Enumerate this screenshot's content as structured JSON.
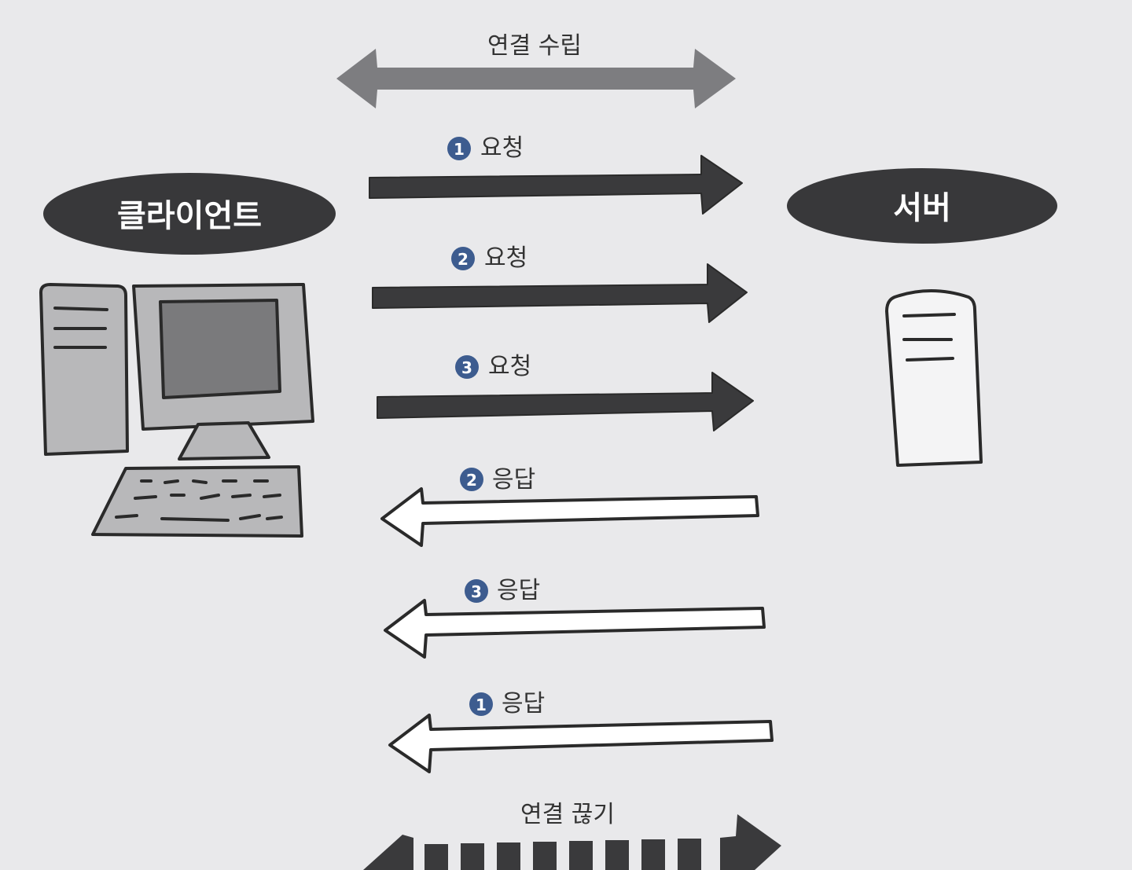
{
  "colors": {
    "background": "#e9e9eb",
    "request_arrow": "#3a3a3c",
    "response_arrow_fill": "#ffffff",
    "connection_arrow": "#7d7d80",
    "pill": "#38383a",
    "number_circle": "#3d5c8f",
    "device_fill": "#b8b8ba",
    "screen_fill": "#7a7a7c"
  },
  "connect": {
    "label": "연결 수립"
  },
  "disconnect": {
    "label": "연결 끊기"
  },
  "client": {
    "label": "클라이언트",
    "icon": "desktop-computer-icon"
  },
  "server": {
    "label": "서버",
    "icon": "server-tower-icon"
  },
  "requests": [
    {
      "num": "1",
      "label": "요청"
    },
    {
      "num": "2",
      "label": "요청"
    },
    {
      "num": "3",
      "label": "요청"
    }
  ],
  "responses": [
    {
      "num": "2",
      "label": "응답"
    },
    {
      "num": "3",
      "label": "응답"
    },
    {
      "num": "1",
      "label": "응답"
    }
  ]
}
